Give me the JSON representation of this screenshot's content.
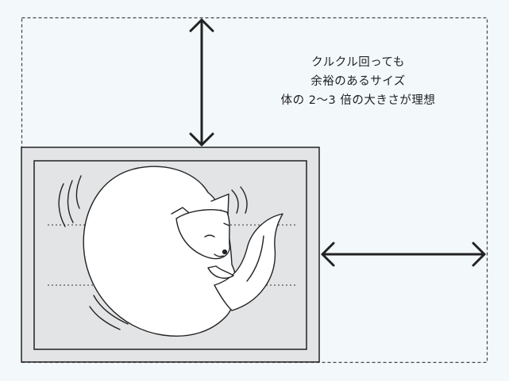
{
  "caption": {
    "lines": [
      "クルクル回っても",
      "余裕のあるサイズ",
      "体の 2〜3 倍の大きさが理想"
    ]
  },
  "icons": {
    "vertical_arrow": "double-headed-vertical-arrow-icon",
    "horizontal_arrow": "double-headed-horizontal-arrow-icon",
    "cat": "curled-sleeping-cat-illustration"
  },
  "colors": {
    "background": "#f3f8fb",
    "mat_fill": "#e2e4e6",
    "ink": "#222222",
    "cat_fill": "#ffffff",
    "ideal_size_outline": "#444444"
  }
}
